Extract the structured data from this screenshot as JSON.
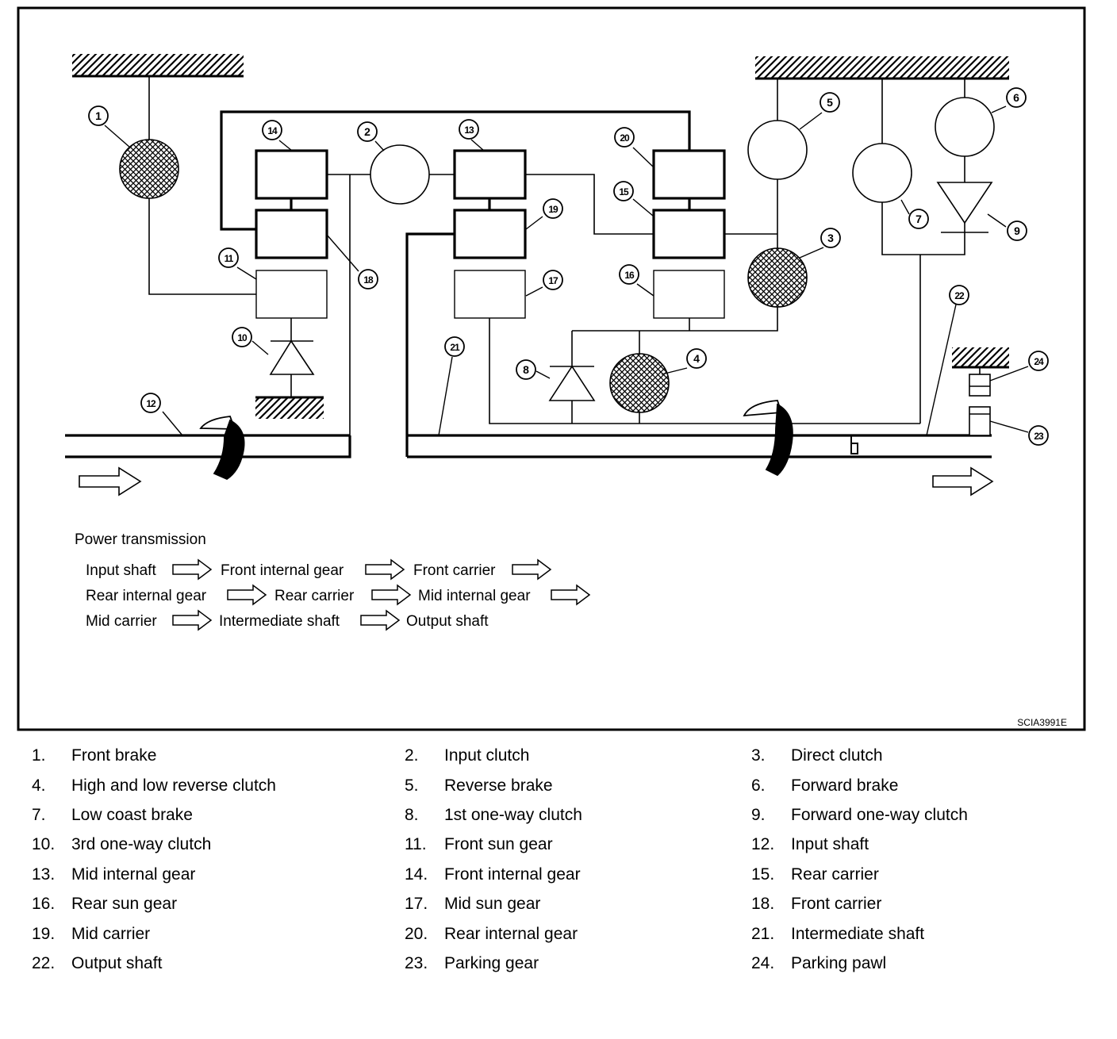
{
  "diagram": {
    "callouts": {
      "c1": "1",
      "c2": "2",
      "c3": "3",
      "c4": "4",
      "c5": "5",
      "c6": "6",
      "c7": "7",
      "c8": "8",
      "c9": "9",
      "c10": "10",
      "c11": "11",
      "c12": "12",
      "c13": "13",
      "c14": "14",
      "c15": "15",
      "c16": "16",
      "c17": "17",
      "c18": "18",
      "c19": "19",
      "c20": "20",
      "c21": "21",
      "c22": "22",
      "c23": "23",
      "c24": "24"
    },
    "power_transmission": {
      "heading": "Power transmission",
      "steps": [
        "Input shaft",
        "Front internal gear",
        "Front carrier",
        "Rear internal gear",
        "Rear carrier",
        "Mid internal gear",
        "Mid carrier",
        "Intermediate shaft",
        "Output shaft"
      ]
    },
    "figure_code": "SCIA3991E"
  },
  "legend": [
    {
      "num": "1.",
      "label": "Front brake"
    },
    {
      "num": "2.",
      "label": "Input clutch"
    },
    {
      "num": "3.",
      "label": "Direct clutch"
    },
    {
      "num": "4.",
      "label": "High and low reverse clutch"
    },
    {
      "num": "5.",
      "label": "Reverse brake"
    },
    {
      "num": "6.",
      "label": "Forward brake"
    },
    {
      "num": "7.",
      "label": "Low coast brake"
    },
    {
      "num": "8.",
      "label": "1st one-way clutch"
    },
    {
      "num": "9.",
      "label": "Forward one-way clutch"
    },
    {
      "num": "10.",
      "label": "3rd one-way clutch"
    },
    {
      "num": "11.",
      "label": "Front sun gear"
    },
    {
      "num": "12.",
      "label": "Input shaft"
    },
    {
      "num": "13.",
      "label": "Mid internal gear"
    },
    {
      "num": "14.",
      "label": "Front internal gear"
    },
    {
      "num": "15.",
      "label": "Rear carrier"
    },
    {
      "num": "16.",
      "label": "Rear sun gear"
    },
    {
      "num": "17.",
      "label": "Mid sun gear"
    },
    {
      "num": "18.",
      "label": "Front carrier"
    },
    {
      "num": "19.",
      "label": "Mid carrier"
    },
    {
      "num": "20.",
      "label": "Rear internal gear"
    },
    {
      "num": "21.",
      "label": "Intermediate shaft"
    },
    {
      "num": "22.",
      "label": "Output shaft"
    },
    {
      "num": "23.",
      "label": "Parking gear"
    },
    {
      "num": "24.",
      "label": "Parking pawl"
    }
  ]
}
